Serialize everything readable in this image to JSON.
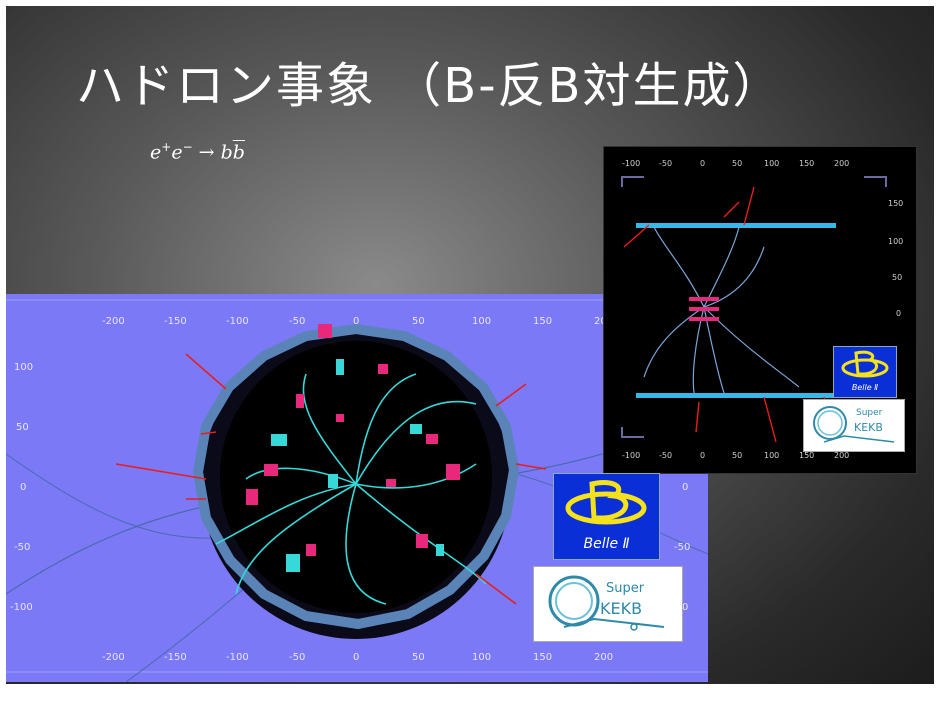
{
  "slide": {
    "title": "ハドロン事象 （B-反B対生成）",
    "formula_lhs": "e",
    "formula_sup1": "+",
    "formula_e2": "e",
    "formula_sup2": "−",
    "formula_arrow": " → ",
    "formula_b": "b",
    "formula_bbar": "b"
  },
  "front_view": {
    "x_ticks": [
      "-200",
      "-150",
      "-100",
      "-50",
      "0",
      "50",
      "100",
      "150",
      "200"
    ],
    "y_ticks_left": [
      "100",
      "50",
      "0",
      "-50",
      "-100"
    ],
    "y_ticks_right": [
      "0",
      "-50",
      "0"
    ]
  },
  "side_view": {
    "x_ticks": [
      "-100",
      "-50",
      "0",
      "50",
      "100",
      "150",
      "200"
    ],
    "y_ticks": [
      "150",
      "100",
      "50",
      "0"
    ]
  },
  "logos": {
    "belle_label": "Belle Ⅱ",
    "super_label": "Super",
    "kekb_label": "KEKB"
  },
  "colors": {
    "front_background": "#7b79f6",
    "track_cyan": "#37d8d8",
    "hit_magenta": "#e8287a",
    "belle_blue": "#0a2fd6",
    "belle_yellow": "#f5e21a"
  }
}
